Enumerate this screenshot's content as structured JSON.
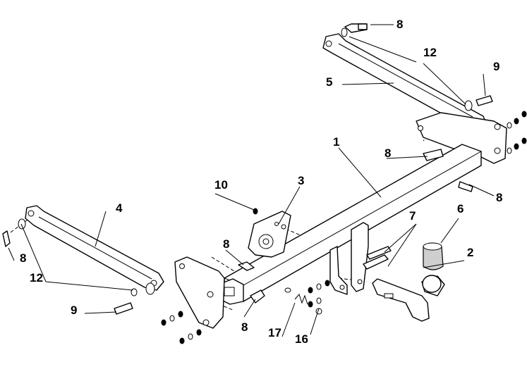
{
  "callouts": {
    "c1": "1",
    "c2": "2",
    "c3": "3",
    "c4": "4",
    "c5": "5",
    "c6": "6",
    "c7": "7",
    "c8a": "8",
    "c8b": "8",
    "c8c": "8",
    "c8d": "8",
    "c8e": "8",
    "c8f": "8",
    "c9a": "9",
    "c9b": "9",
    "c10": "10",
    "c12a": "12",
    "c12b": "12",
    "c16": "16",
    "c17": "17"
  }
}
